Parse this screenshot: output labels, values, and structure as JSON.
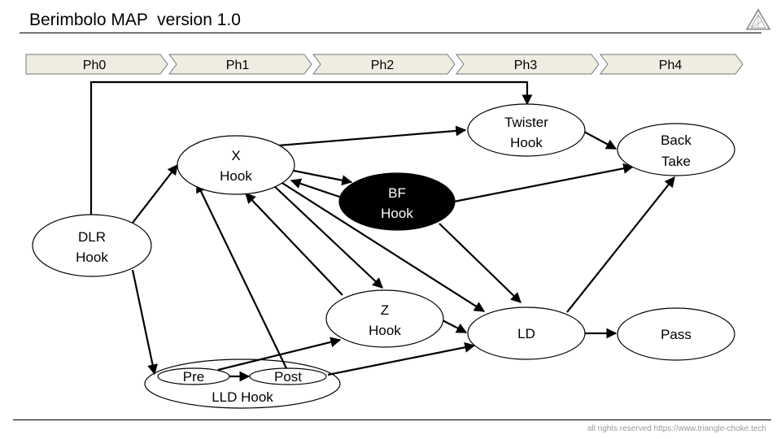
{
  "header": {
    "title": "Berimbolo MAP  version 1.0",
    "logo_icon": "triangle-logo-icon"
  },
  "phases": [
    "Ph0",
    "Ph1",
    "Ph2",
    "Ph3",
    "Ph4"
  ],
  "nodes": {
    "dlr": [
      "DLR",
      "Hook"
    ],
    "x": [
      "X",
      "Hook"
    ],
    "bf": [
      "BF",
      "Hook"
    ],
    "z": [
      "Z",
      "Hook"
    ],
    "ld": [
      "LD"
    ],
    "twister": [
      "Twister",
      "Hook"
    ],
    "backtake": [
      "Back",
      "Take"
    ],
    "pass": [
      "Pass"
    ],
    "lld": [
      "LLD Hook"
    ],
    "pre": [
      "Pre"
    ],
    "post": [
      "Post"
    ]
  },
  "colors": {
    "phase_fill": "#efece2",
    "bf_fill": "#000000",
    "line": "#000000"
  },
  "footer": {
    "copyright": "all rights reserved https://www.triangle-choke.tech"
  }
}
